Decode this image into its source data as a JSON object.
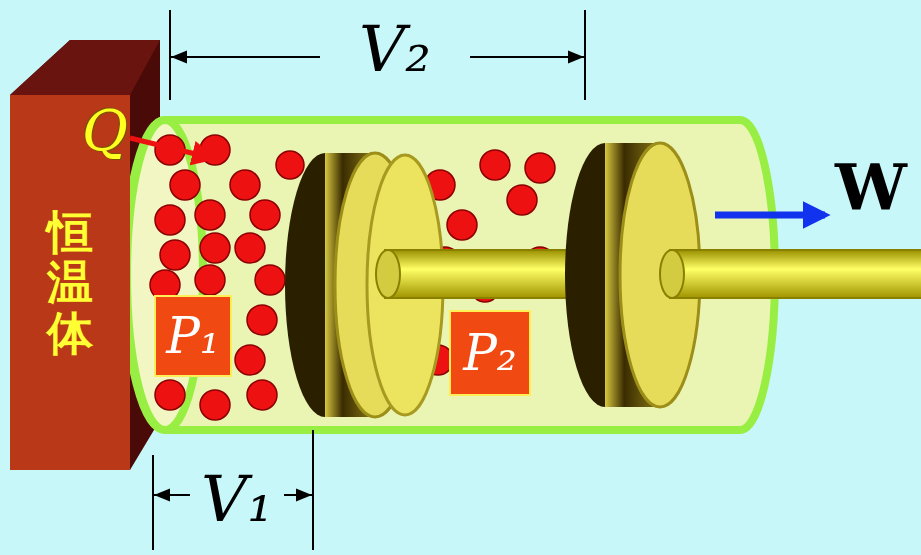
{
  "diagram": {
    "nodes": [
      {
        "text": [
          "恒温体"
        ]
      },
      {
        "text": [
          "P₁"
        ]
      },
      {
        "text": [
          "P₂"
        ]
      }
    ],
    "labels": [
      "Q",
      "W",
      "V₂",
      "V₁"
    ]
  }
}
